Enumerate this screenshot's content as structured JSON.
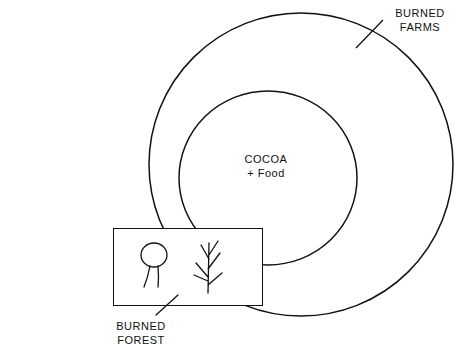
{
  "diagram": {
    "nodes": [
      {
        "text": [
          "BURNED FARMS"
        ]
      },
      {
        "text": [
          "COCOA + Food"
        ],
        "in": 0
      },
      {
        "text": [
          "BURNED FOREST"
        ]
      }
    ]
  }
}
